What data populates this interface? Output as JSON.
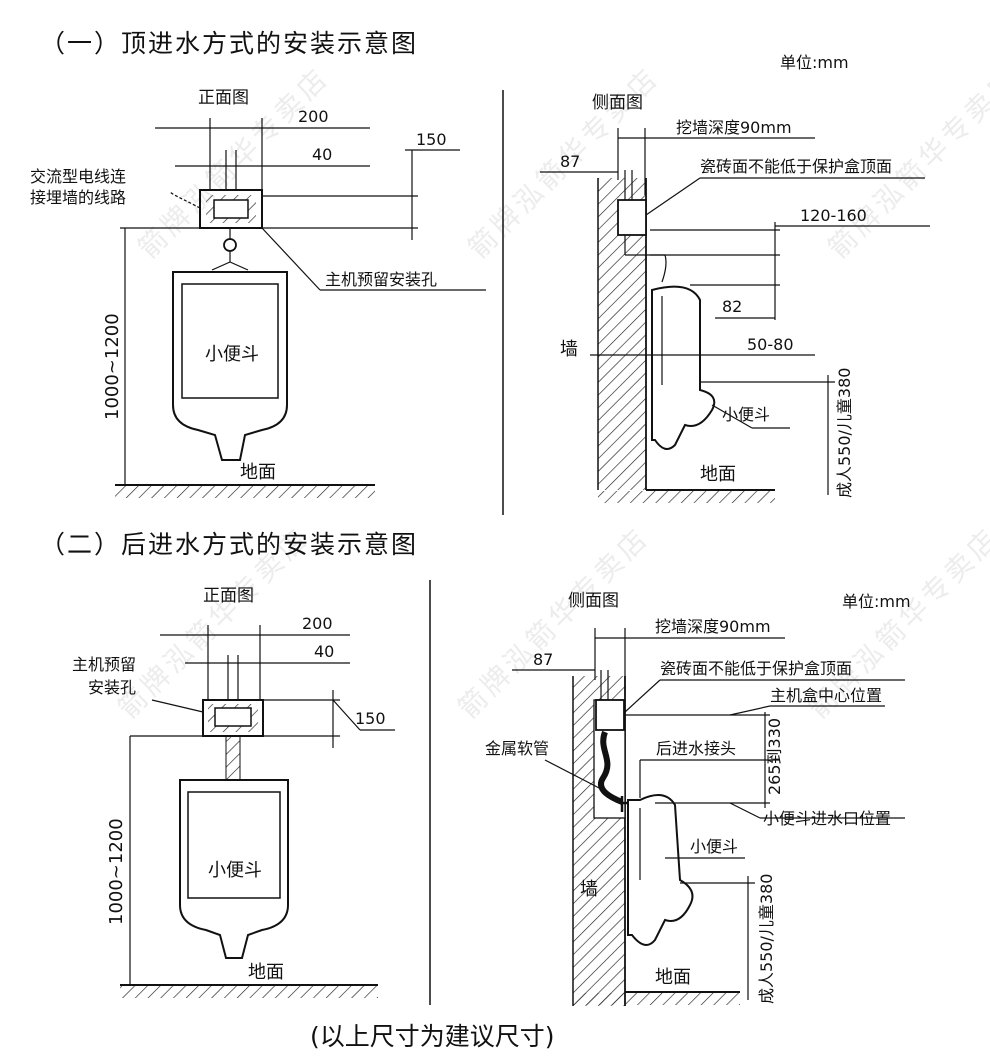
{
  "unit_label": "单位:mm",
  "watermark": "箭牌泓箭华专卖店",
  "footer_note": "(以上尺寸为建议尺寸)",
  "section_top": {
    "title": "（一）顶进水方式的安装示意图",
    "front_view": {
      "label": "正面图",
      "dim_200": "200",
      "dim_40": "40",
      "dim_150": "150",
      "wire_label_line1": "交流型电线连",
      "wire_label_line2": "接埋墙的线路",
      "host_hole_label": "主机预留安装孔",
      "height_range": "1000~1200",
      "urinal_label": "小便斗",
      "floor_label": "地面"
    },
    "side_view": {
      "label": "侧面图",
      "dig_depth": "挖墙深度90mm",
      "dim_87": "87",
      "tile_note": "瓷砖面不能低于保护盒顶面",
      "dim_120_160": "120-160",
      "dim_82": "82",
      "dim_50_80": "50-80",
      "wall_label": "墙",
      "urinal_label": "小便斗",
      "floor_label": "地面",
      "height_note": "成人550/儿童380"
    }
  },
  "section_back": {
    "title": "（二）后进水方式的安装示意图",
    "front_view": {
      "label": "正面图",
      "dim_200": "200",
      "dim_40": "40",
      "dim_150": "150",
      "host_hole_line1": "主机预留",
      "host_hole_line2": "安装孔",
      "height_range": "1000~1200",
      "urinal_label": "小便斗",
      "floor_label": "地面"
    },
    "side_view": {
      "label": "侧面图",
      "dig_depth": "挖墙深度90mm",
      "dim_87": "87",
      "tile_note": "瓷砖面不能低于保护盒顶面",
      "host_center": "主机盒中心位置",
      "hose_label": "金属软管",
      "rear_inlet": "后进水接头",
      "dim_265_330": "265到330",
      "inlet_position": "小便斗进水口位置",
      "urinal_label": "小便斗",
      "wall_label": "墙",
      "floor_label": "地面",
      "height_note": "成人550/儿童380"
    }
  }
}
